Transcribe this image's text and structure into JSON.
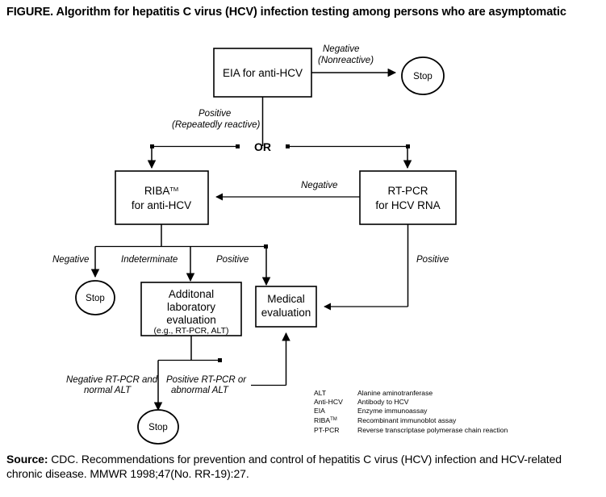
{
  "figure": {
    "title": "FIGURE. Algorithm for hepatitis C virus (HCV) infection testing among persons who are asymptomatic"
  },
  "source": {
    "label": "Source:",
    "text": " CDC. Recommendations for prevention and control of hepatitis C virus (HCV) infection and HCV-related chronic disease. MMWR 1998;47(No. RR-19):27."
  },
  "flowchart": {
    "type": "flowchart",
    "nodes": {
      "eia": {
        "id": "eia",
        "shape": "box",
        "label": "EIA for anti-HCV"
      },
      "stop_top": {
        "id": "stop_top",
        "shape": "ellipse",
        "label": "Stop"
      },
      "riba": {
        "id": "riba",
        "shape": "box",
        "line1": "RIBA",
        "sup1": "TM",
        "line2": "for anti-HCV"
      },
      "rtpcr": {
        "id": "rtpcr",
        "shape": "box",
        "line1": "RT-PCR",
        "line2": "for HCV RNA"
      },
      "stop_mid": {
        "id": "stop_mid",
        "shape": "ellipse",
        "label": "Stop"
      },
      "addlab": {
        "id": "addlab",
        "shape": "box",
        "line1": "Additonal",
        "line2": "laboratory",
        "line3": "evaluation",
        "line4": "(e.g., RT-PCR, ALT)"
      },
      "medeval": {
        "id": "medeval",
        "shape": "box",
        "line1": "Medical",
        "line2": "evaluation"
      },
      "stop_bottom": {
        "id": "stop_bottom",
        "shape": "ellipse",
        "label": "Stop"
      }
    },
    "junction": {
      "or_label": "OR"
    },
    "edge_labels": {
      "negative_nonreactive_l1": "Negative",
      "negative_nonreactive_l2": "(Nonreactive)",
      "positive_repeatedly_l1": "Positive",
      "positive_repeatedly_l2": "(Repeatedly reactive)",
      "negative_rtpcr_to_riba": "Negative",
      "riba_negative": "Negative",
      "riba_indeterminate": "Indeterminate",
      "riba_positive": "Positive",
      "rtpcr_positive": "Positive",
      "neg_rtpcr_alt_l1": "Negative RT-PCR and",
      "neg_rtpcr_alt_l2": "normal ALT",
      "pos_rtpcr_alt_l1": "Positive RT-PCR or",
      "pos_rtpcr_alt_l2": "abnormal ALT"
    },
    "edges": [
      {
        "from": "eia",
        "to": "stop_top",
        "label": "Negative (Nonreactive)"
      },
      {
        "from": "eia",
        "to": "or-junction",
        "label": "Positive (Repeatedly reactive)"
      },
      {
        "from": "or-junction",
        "to": "riba",
        "label": ""
      },
      {
        "from": "or-junction",
        "to": "rtpcr",
        "label": ""
      },
      {
        "from": "rtpcr",
        "to": "riba",
        "label": "Negative"
      },
      {
        "from": "riba",
        "to": "stop_mid",
        "label": "Negative"
      },
      {
        "from": "riba",
        "to": "addlab",
        "label": "Indeterminate"
      },
      {
        "from": "riba",
        "to": "medeval",
        "label": "Positive"
      },
      {
        "from": "rtpcr",
        "to": "medeval",
        "label": "Positive"
      },
      {
        "from": "addlab",
        "to": "stop_bottom",
        "label": "Negative RT-PCR and normal ALT"
      },
      {
        "from": "addlab",
        "to": "medeval",
        "label": "Positive RT-PCR or abnormal ALT"
      }
    ]
  },
  "legend": {
    "rows": [
      {
        "key": "ALT",
        "sup": "",
        "value": "Alanine aminotranferase"
      },
      {
        "key": "Anti-HCV",
        "sup": "",
        "value": "Antibody to HCV"
      },
      {
        "key": "EIA",
        "sup": "",
        "value": "Enzyme immunoassay"
      },
      {
        "key": "RIBA",
        "sup": "TM",
        "value": "Recombinant immunoblot assay"
      },
      {
        "key": "PT-PCR",
        "sup": "",
        "value": "Reverse transcriptase polymerase chain reaction"
      }
    ]
  },
  "colors": {
    "background": "#ffffff",
    "ink": "#000000"
  }
}
